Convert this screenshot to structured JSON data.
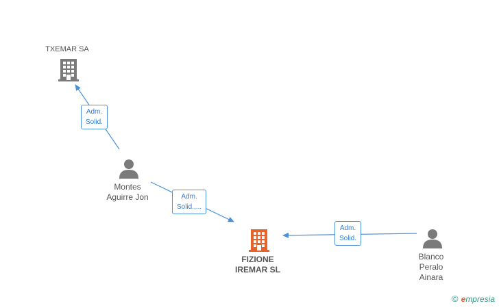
{
  "colors": {
    "edge": "#4a90d9",
    "company_main": "#e8622c",
    "company_other": "#7a7a7a",
    "person": "#7a7a7a"
  },
  "nodes": {
    "txemar": {
      "lines": [
        "TXEMAR SA"
      ],
      "icon": "building-icon"
    },
    "fizione": {
      "lines": [
        "FIZIONE",
        "IREMAR  SL"
      ],
      "icon": "building-icon"
    },
    "montes": {
      "lines": [
        "Montes",
        "Aguirre Jon"
      ],
      "icon": "person-icon"
    },
    "blanco": {
      "lines": [
        "Blanco",
        "Peralo",
        "Ainara"
      ],
      "icon": "person-icon"
    }
  },
  "edges": {
    "montes_txemar": {
      "lines": [
        "Adm.",
        "Solid."
      ]
    },
    "montes_fizione": {
      "lines": [
        "Adm.",
        "Solid.,..."
      ]
    },
    "blanco_fizione": {
      "lines": [
        "Adm.",
        "Solid."
      ]
    }
  },
  "brand": {
    "copyright": "©",
    "e": "e",
    "name": "mpresia"
  }
}
